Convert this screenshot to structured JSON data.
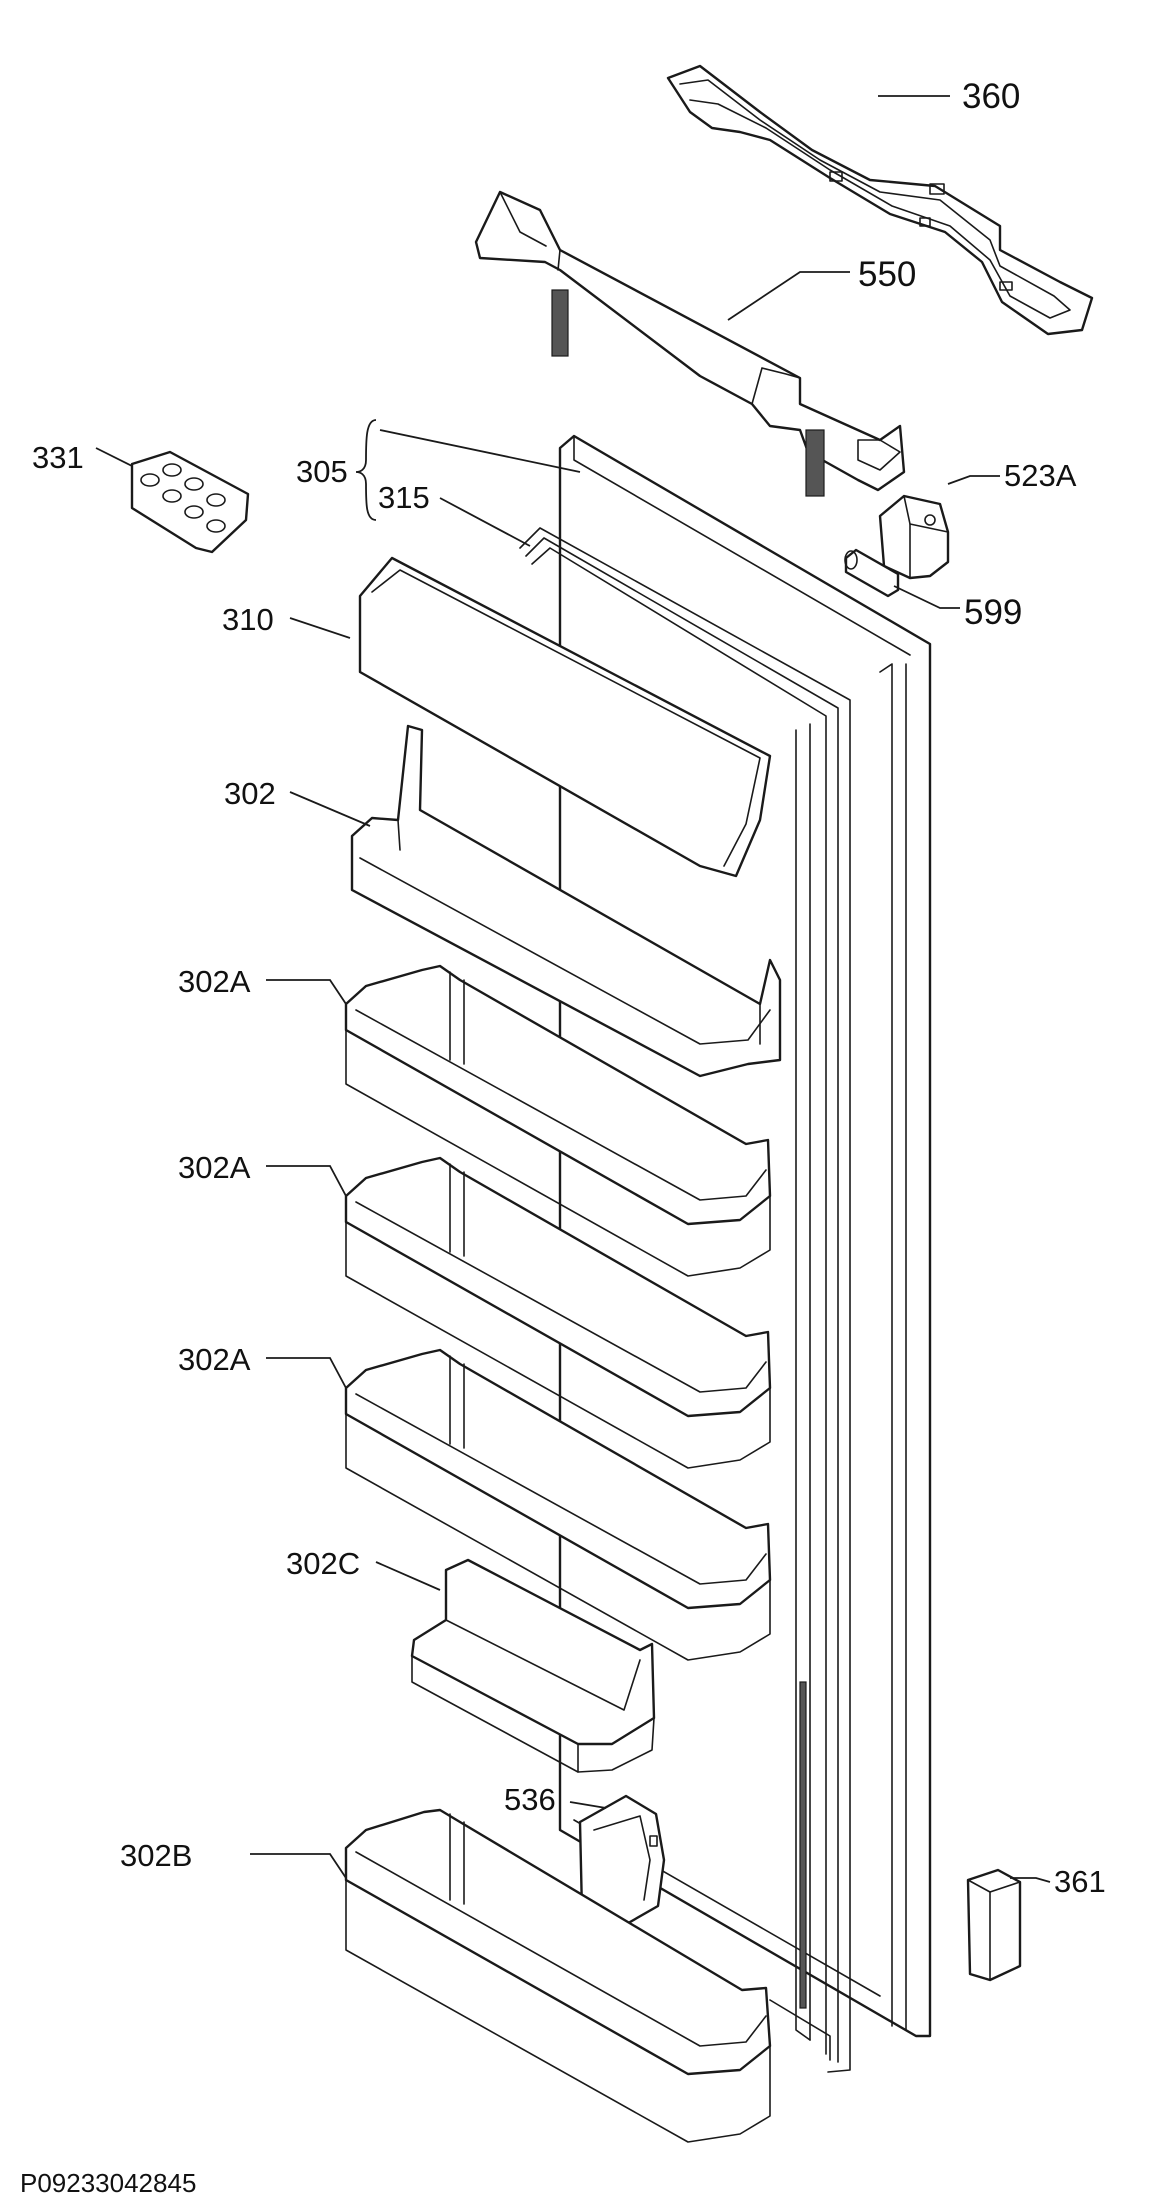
{
  "labels": {
    "l360": "360",
    "l550": "550",
    "l331": "331",
    "l305": "305",
    "l315": "315",
    "l523a": "523A",
    "l599": "599",
    "l310": "310",
    "l302": "302",
    "l302a_1": "302A",
    "l302a_2": "302A",
    "l302a_3": "302A",
    "l302c": "302C",
    "l536": "536",
    "l302b": "302B",
    "l361": "361"
  },
  "drawing_code": "P09233042845"
}
